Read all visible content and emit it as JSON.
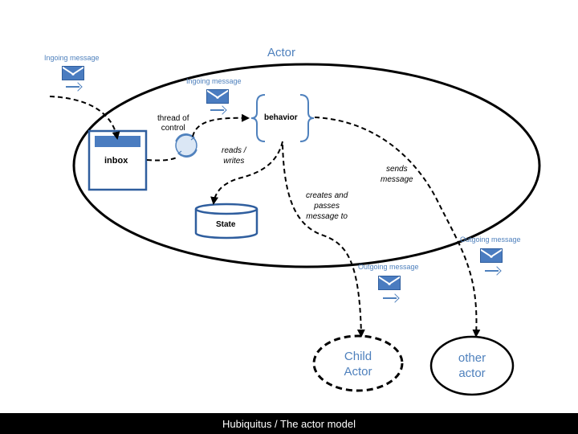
{
  "actor_title": "Actor",
  "inbox_label": "inbox",
  "thread_label": "thread of\ncontrol",
  "behavior_label": "behavior",
  "state_label": "State",
  "reads_writes": "reads /\nwrites",
  "creates_label": "creates and\npasses\nmessage to",
  "sends_label": "sends\nmessage",
  "ingoing_outer": "Ingoing message",
  "ingoing_inner": "Ingoing message",
  "outgoing_child": "Outgoing message",
  "outgoing_other": "Outgoing message",
  "child_actor": "Child\nActor",
  "other_actor": "other\nactor",
  "footer": "Hubiquitus / The actor model",
  "colors": {
    "accent_blue": "#4f81bd",
    "envelope_blue": "#4a7cc0",
    "footer_bg": "#000000"
  },
  "icons": [
    "envelope-icon",
    "arrow-right-icon",
    "cycle-icon"
  ]
}
